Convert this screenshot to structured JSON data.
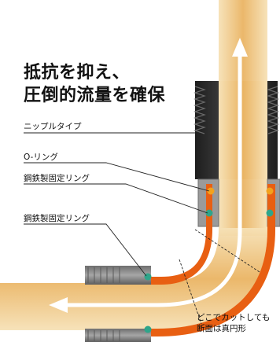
{
  "headline": {
    "line1": "抵抗を抑え、",
    "line2": "圧倒的流量を確保"
  },
  "labels": {
    "nipple": "ニップルタイプ",
    "oring": "O-リング",
    "steel_ring_upper": "鋼鉄製固定リング",
    "steel_ring_lower": "鋼鉄製固定リング"
  },
  "note": {
    "line1": "どこでカットしても",
    "line2": "断面は真円形"
  },
  "colors": {
    "flow_outer": "#f3d9a8",
    "flow_inner": "#e9a64a",
    "pipe_wall": "#e85f12",
    "metal_dark": "#2e2e2e",
    "fitting_gray": "#8c8c8c",
    "oring_dot": "#f2a21d",
    "ring_dot": "#2fa58a",
    "arrow": "#ffffff"
  }
}
